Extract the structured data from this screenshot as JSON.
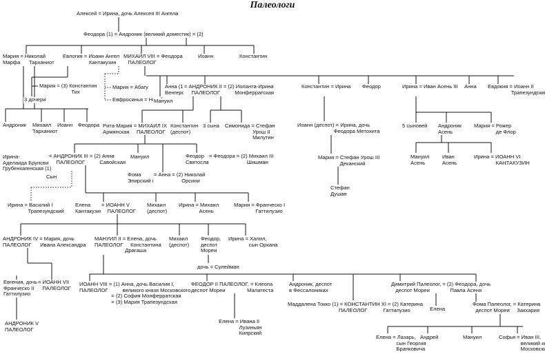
{
  "title": "Палеологи",
  "nodes": {
    "n01": "Алексей = Ирина, дочь Алексея III Ангела",
    "n02": "Феодора (1) = Андроник (великий доместик) = (2)",
    "n03": "Мария = Николай\nМарфа      Тарханиот",
    "n04": "Евлогия = Иоанн Ангел\n                  Кантакузин",
    "n05": "МИХАИЛ VIII = Феодора\n   ПАЛЕОЛОГ",
    "n06": "Иоанн",
    "n07": "Константин",
    "n08": "Мария = (3) Константин\n                      Тих",
    "n09": "3 дочери",
    "n10": "Мария = Абагу",
    "n11": "Евфросинья = Ногай",
    "n12": "Анна (1)\nВенгерская",
    "n13": "= АНДРОНИК II = (2) Иоланта-Ирина\n     ПАЛЕОЛОГ          Монферратская",
    "n14": "Мануил",
    "n15": "Константин = Ирина",
    "n16": "Феодор",
    "n17": "Ирина = Иван Асень III",
    "n18": "Анна",
    "n19": "Евдокия = Иоанн II\n                Трапезундский",
    "n20": "Андроник",
    "n21": "Михаил\nТарханиот",
    "n22": "Иоанн",
    "n23": "Феодора",
    "n24": "Рита-Мария = МИХАИЛ IX\nАрмянская     ПАЛЕОЛОГ",
    "n25": "Константин\n(деспот)",
    "n26": "3 сына",
    "n27": "Симонида = Стефан\n                   Урош II\n                   Милутин",
    "n28": "Иоанн (деспот) = Ирина, дочь\n                         Феодора Метохита",
    "n29": "5 сыновей",
    "n30": "Андроник\nАсень",
    "n31": "Мария = Рожер\n               де Флор",
    "n32": "Ирина-\nАделаида Брунсвик-\nГрубенхагенская (1)",
    "n33": "= АНДРОНИК III = (2) Анна\n     ПАЛЕОЛОГ          Савойская",
    "n34": "Сын",
    "n35": "Мануил",
    "n36": "Феодор\nСвятослав (1)",
    "n37": "= Феодора = (2) Михаил III\n                          Шишман",
    "n38": "Мария = Стефан Урош III\n               Деканский",
    "n39": "Мануил\nАсень",
    "n40": "Иван\nАсень",
    "n41": "Ирина = ИОАНН VI\n               КАНТАКУЗИН",
    "n42": "Фома\nЭпирский (1)",
    "n43": "= Анна = (2) Николай\n                   Орсини",
    "n44": "Стефан\nДушан",
    "n45": "Ирина = Василий I\n              Трапезундский",
    "n46": "Елена\nКантакузина",
    "n47": "= ИОАНН V\n    ПАЛЕОЛОГ",
    "n48": "Михаил\n(деспот)",
    "n49": "Ирина = Михаил\n              Асень",
    "n50": "Мария = Франческо I\n               Гаттилузио",
    "n51": "АНДРОНИК IV = Мария, дочь\nПАЛЕОЛОГ      Ивана Александра",
    "n52": "МАНУИЛ II = Елена, дочь\nПАЛЕОЛОГ     Константина\n                     Драгаша",
    "n53": "Михаил\n(деспот)",
    "n54": "Феодор,\nдеспот\nМореи",
    "n55": "Ирина = Халил,\n              сын Орхана",
    "n56": "дочь = Сулейман",
    "n57": "Евгения, дочь\nФранческо II\nГаттилузио",
    "n58": "= ИОАНН VII\n   ПАЛЕОЛОГ",
    "n59": "ИОАНН VIII = (1) Анна, дочь Василия I,\nПАЛЕОЛОГ          великого князя Московского\n                      = (2) София Монферратская\n                      = (3) Мария Трапезундская",
    "n60": "ФЕОДОР II ПАЛЕОЛОГ, = Клеопа\nдеспот Мореи               Малатеста",
    "n61": "Андроник, деспот\nв Фессалониках",
    "n62": "Димитрий Палеолог, = (2) Феодора, дочь\n   деспот Мореи              Павла Асеня",
    "n63": "Елена",
    "n64": "Маддалена Токко (1) = КОНСТАНТИН XI = (2) Катерина\n                                   ПАЛЕОЛОГ           Гаттилузио",
    "n65": "Фома Палеолог, = Катерина\n  деспот Мореи     Закхария",
    "n66": "АНДРОНИК V\nПАЛЕОЛОГ",
    "n67": "Елена = Ивана II\n              Лузиньян\n              Кипрский",
    "n68": "Елена = Лазарь,\n              сын Георгия\n              Бранковича",
    "n69": "Андрей",
    "n70": "Мануил",
    "n71": "Софья = Иван III,\n               великий князь\n               Московский"
  }
}
